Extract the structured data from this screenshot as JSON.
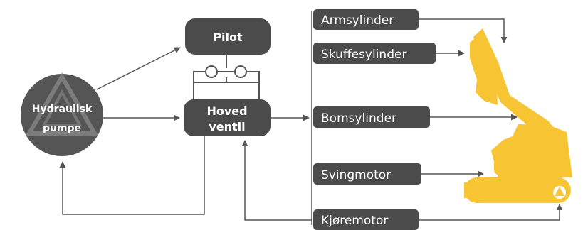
{
  "pump": {
    "line1": "Hydraulisk",
    "line2": "pumpe"
  },
  "pilot": {
    "label": "Pilot"
  },
  "main_valve": {
    "line1": "Hoved",
    "line2": "ventil"
  },
  "actuators": [
    {
      "label": "Armsylinder"
    },
    {
      "label": "Skuffesylinder"
    },
    {
      "label": "Bomsylinder"
    },
    {
      "label": "Svingmotor"
    },
    {
      "label": "Kjøremotor"
    }
  ],
  "colors": {
    "box": "#4b4b4b",
    "pump": "#555555",
    "line": "#555555",
    "excavator": "#f7c534"
  },
  "icons": {
    "pump": "triangle-logo-icon",
    "excavator": "excavator-icon"
  }
}
